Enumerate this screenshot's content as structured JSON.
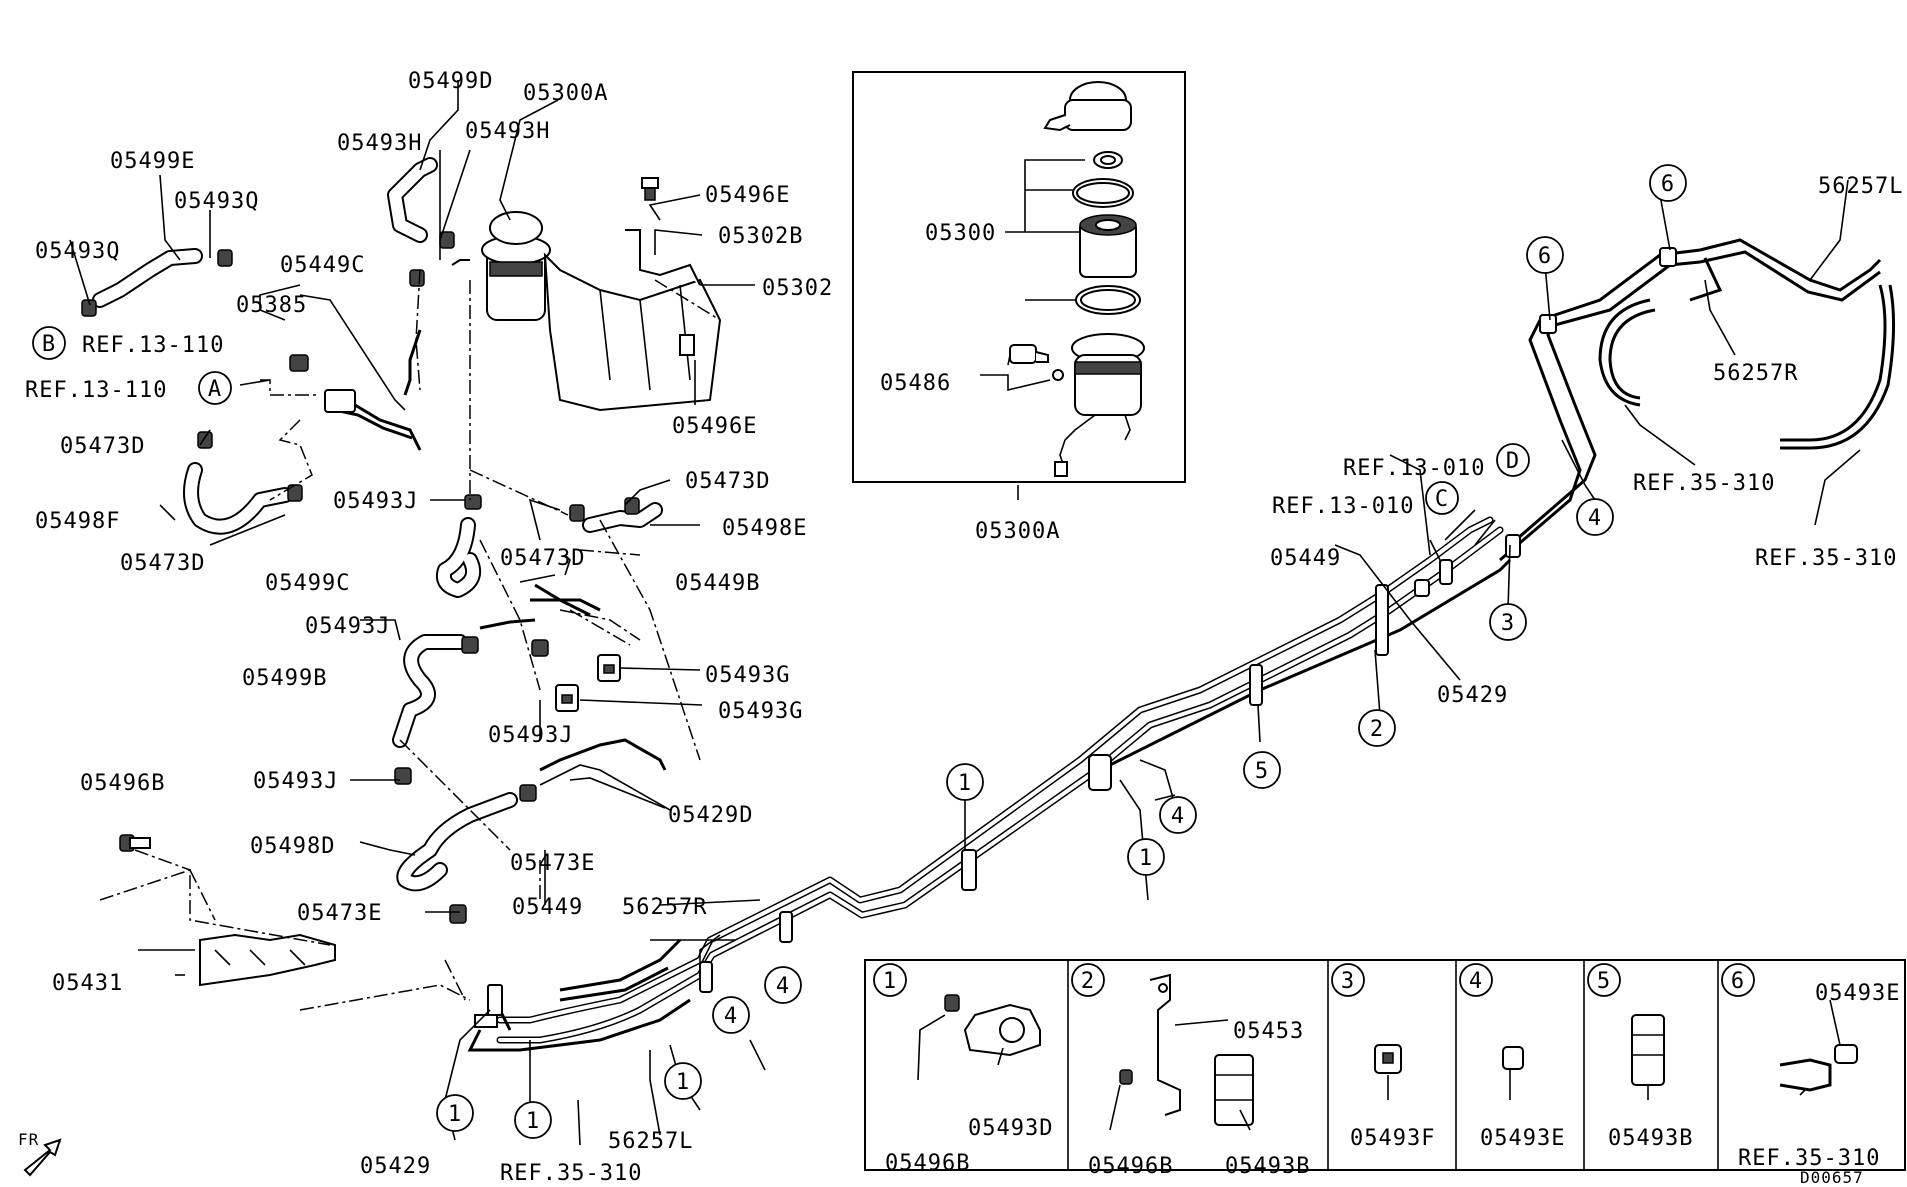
{
  "labels": {
    "p05499D": "05499D",
    "p05300A_top": "05300A",
    "p05493H_a": "05493H",
    "p05493H_b": "05493H",
    "p05499E": "05499E",
    "p05493Q_a": "05493Q",
    "p05493Q_b": "05493Q",
    "p05449C": "05449C",
    "p05385": "05385",
    "ref13110_b": "REF.13-110",
    "ref13110_a": "REF.13-110",
    "p05473D_a": "05473D",
    "p05498F": "05498F",
    "p05473D_b": "05473D",
    "p05493J_a": "05493J",
    "p05473D_c": "05473D",
    "p05473D_d": "05473D",
    "p05498E": "05498E",
    "p05499C": "05499C",
    "p05449B": "05449B",
    "p05493J_b": "05493J",
    "p05499B": "05499B",
    "p05493G_a": "05493G",
    "p05493G_b": "05493G",
    "p05493J_c": "05493J",
    "p05496B": "05496B",
    "p05493J_d": "05493J",
    "p05429D": "05429D",
    "p05498D": "05498D",
    "p05473E_a": "05473E",
    "p05473E_b": "05473E",
    "p05449_a": "05449",
    "p56257R_a": "56257R",
    "p05431": "05431",
    "p05429_a": "05429",
    "ref35310_a": "REF.35-310",
    "p56257L_a": "56257L",
    "p05496E_a": "05496E",
    "p05302B": "05302B",
    "p05302": "05302",
    "p05496E_b": "05496E",
    "p05300": "05300",
    "p05486": "05486",
    "p05300A_box": "05300A",
    "ref13010_d": "REF.13-010",
    "ref13010_c": "REF.13-010",
    "p05449_b": "05449",
    "p05429_b": "05429",
    "p56257L_b": "56257L",
    "p56257R_b": "56257R",
    "ref35310_b": "REF.35-310",
    "ref35310_c": "REF.35-310",
    "detail1_a": "05496B",
    "detail1_b": "05493D",
    "detail2_a": "05453",
    "detail2_b": "05496B",
    "detail2_c": "05493B",
    "detail3": "05493F",
    "detail4": "05493E",
    "detail5": "05493B",
    "detail6_a": "05493E",
    "detail6_b": "REF.35-310",
    "fr": "FR",
    "doc_id": "D00657"
  },
  "letters": {
    "A": "A",
    "B": "B",
    "C": "C",
    "D": "D"
  },
  "callouts": {
    "c1": "1",
    "c2": "2",
    "c3": "3",
    "c4": "4",
    "c5": "5",
    "c6": "6"
  }
}
